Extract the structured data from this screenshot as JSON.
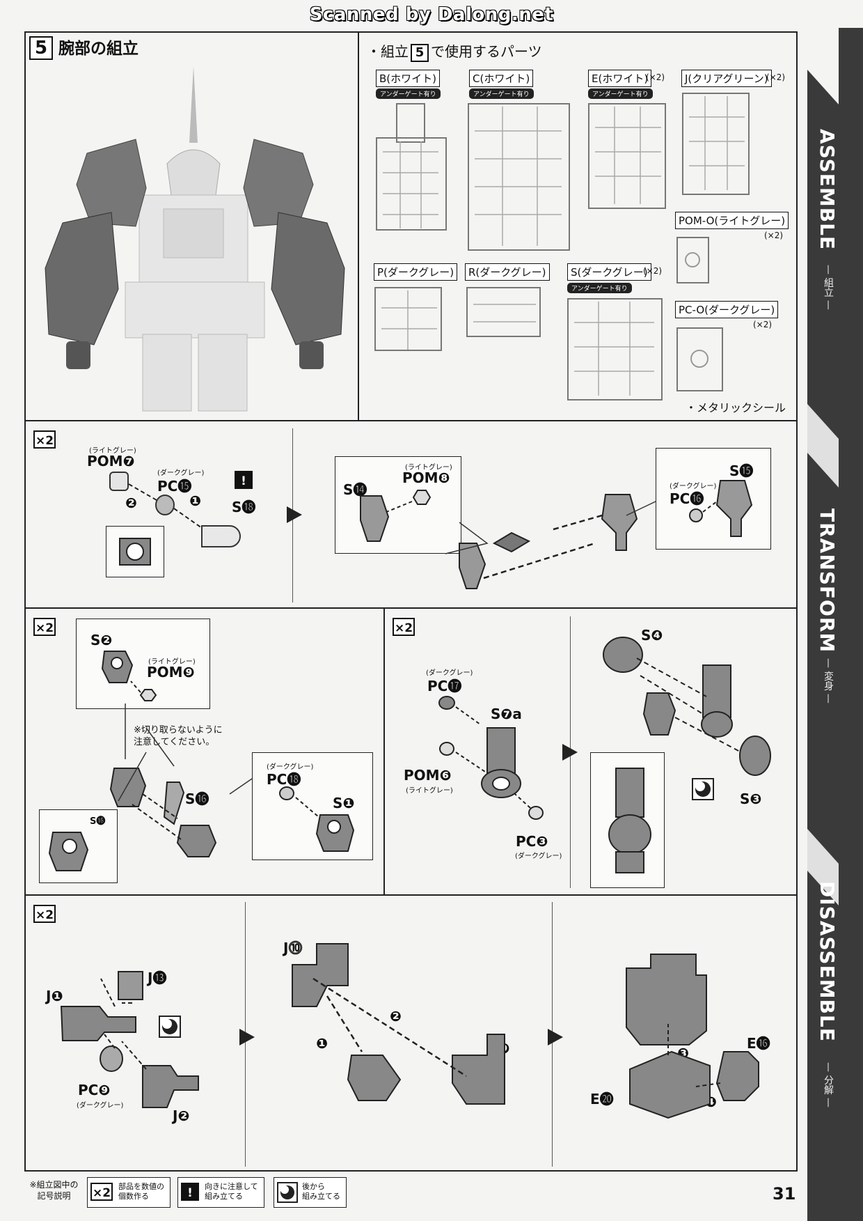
{
  "watermark": "Scanned by Dalong.net",
  "section": {
    "number": "5",
    "title": "腕部の組立"
  },
  "parts_list": {
    "heading_prefix": "・組立",
    "heading_num": "5",
    "heading_suffix": "で使用するパーツ",
    "runners": [
      {
        "label": "B(ホワイト)",
        "under": "アンダーゲート有り",
        "mult": ""
      },
      {
        "label": "C(ホワイト)",
        "under": "アンダーゲート有り",
        "mult": ""
      },
      {
        "label": "E(ホワイト)",
        "under": "アンダーゲート有り",
        "mult": "(×2)"
      },
      {
        "label": "J(クリアグリーン)",
        "under": "",
        "mult": "(×2)"
      },
      {
        "label": "POM-O(ライトグレー)",
        "under": "",
        "mult": "(×2)"
      },
      {
        "label": "P(ダークグレー)",
        "under": "",
        "mult": ""
      },
      {
        "label": "R(ダークグレー)",
        "under": "",
        "mult": ""
      },
      {
        "label": "S(ダークグレー)",
        "under": "アンダーゲート有り",
        "mult": "(×2)"
      },
      {
        "label": "PC-O(ダークグレー)",
        "under": "",
        "mult": "(×2)"
      }
    ],
    "sticker": "・メタリックシール"
  },
  "x2": "×2",
  "step1": {
    "pom7_color": "(ライトグレー)",
    "pom7": "POM❼",
    "pc15_color": "(ダークグレー)",
    "pc15": "PC⓯",
    "s18": "S⓲",
    "order1": "❶",
    "order2": "❷",
    "warn": "!"
  },
  "step2": {
    "s14": "S⓮",
    "pom8_color": "(ライトグレー)",
    "pom8": "POM❽",
    "s15": "S⓯",
    "pc16_color": "(ダークグレー)",
    "pc16": "PC⓰"
  },
  "step3": {
    "s2": "S❷",
    "pom9_color": "(ライトグレー)",
    "pom9": "POM❾",
    "note": "※切り取らないように\n注意してください。",
    "s16": "S⓰",
    "s16_small": "S⓰",
    "pc18_color": "(ダークグレー)",
    "pc18": "PC⓲",
    "s1": "S❶"
  },
  "step4": {
    "pc17_color": "(ダークグレー)",
    "pc17": "PC⓱",
    "s7a": "S❼a",
    "pom6": "POM❻",
    "pom6_color": "(ライトグレー)",
    "pc3": "PC❸",
    "pc3_color": "(ダークグレー)"
  },
  "step5": {
    "s4": "S❹",
    "s3": "S❸"
  },
  "step6": {
    "j1": "J❶",
    "j13": "J⓭",
    "pc9": "PC❾",
    "pc9_color": "(ダークグレー)",
    "j2": "J❷"
  },
  "step7": {
    "j10": "J⓾",
    "j9": "J❾",
    "order1": "❶",
    "order2": "❷"
  },
  "step8": {
    "e16": "E⓰",
    "e20": "E⓴",
    "order3": "❸",
    "order4": "❹"
  },
  "sidebar": {
    "assemble": "ASSEMBLE",
    "assemble_sub": "— 組立 —",
    "transform": "TRANSFORM",
    "transform_sub": "— 変身 —",
    "disassemble": "DISASSEMBLE",
    "disassemble_sub": "— 分解 —"
  },
  "legend": {
    "title": "※組立図中の\n記号説明",
    "x2_label": "×2",
    "x2_text": "部品を数値の\n個数作る",
    "warn_label": "!",
    "warn_text": "向きに注意して\n組み立てる",
    "back_text": "後から\n組み立てる"
  },
  "page_number": "31"
}
